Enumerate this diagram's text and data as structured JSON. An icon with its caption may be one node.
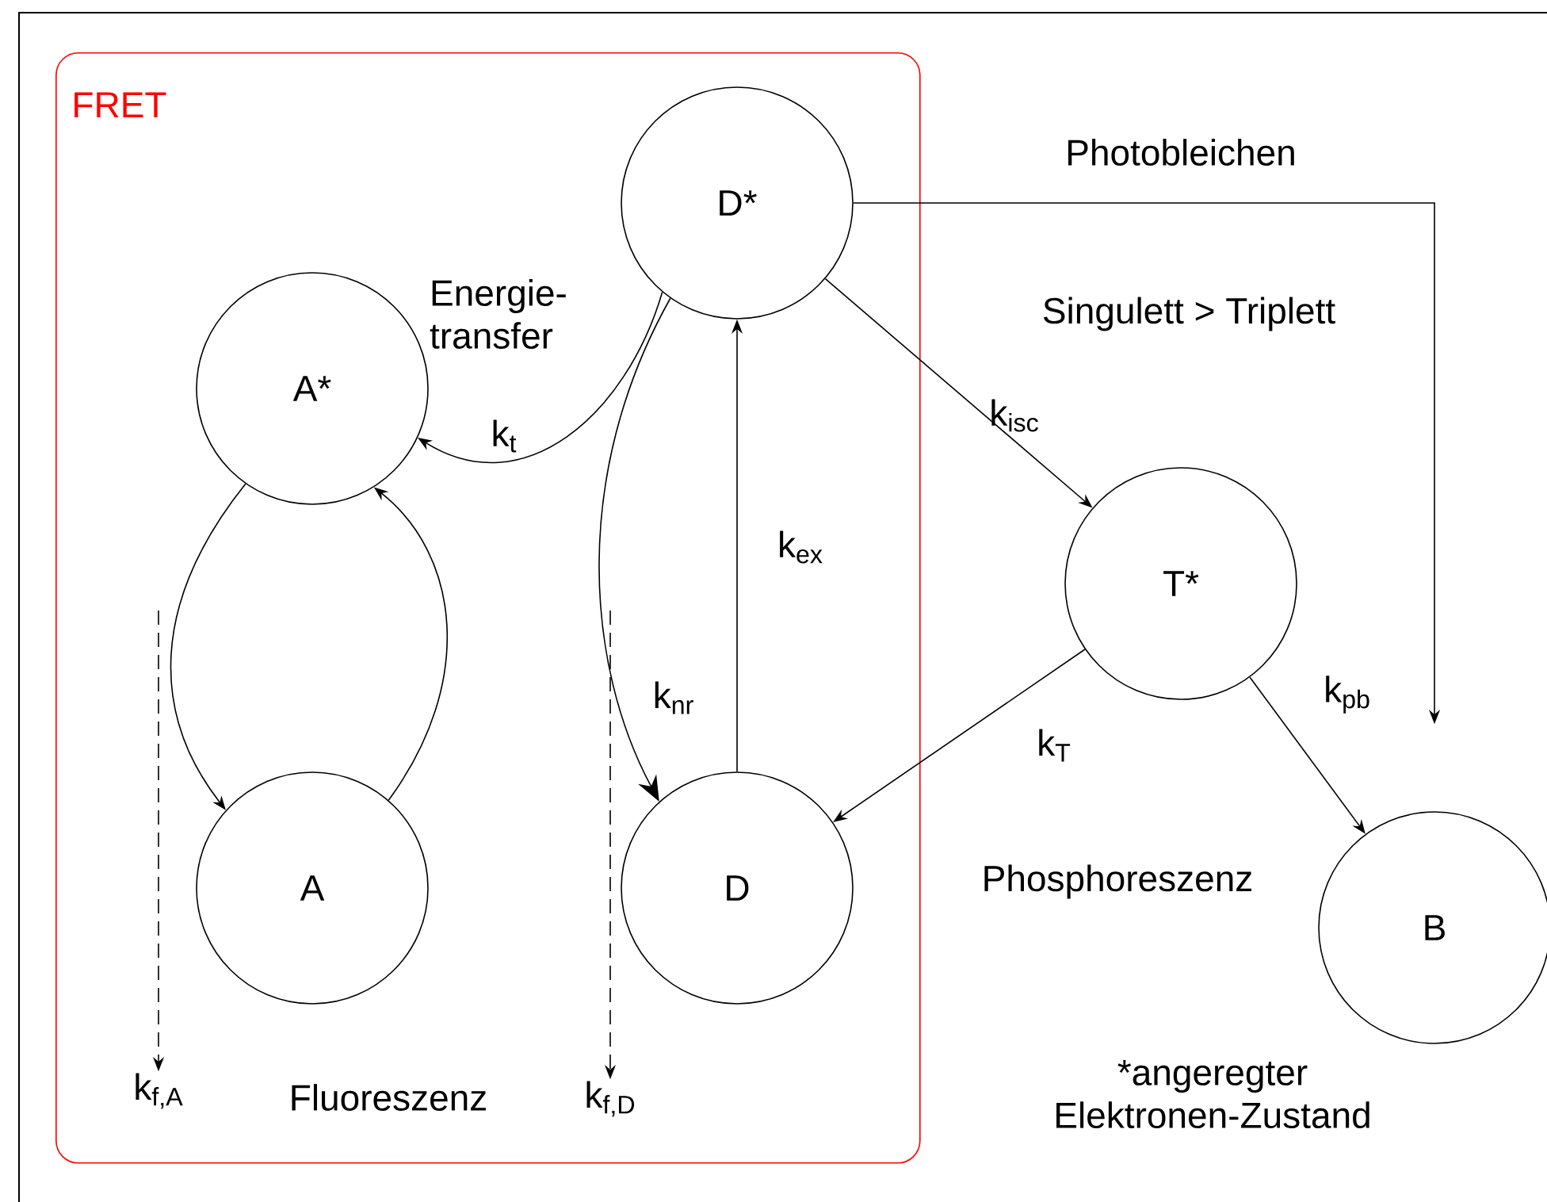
{
  "diagram": {
    "nodes": [
      {
        "text": [
          "FRET"
        ]
      },
      {
        "text": [
          "D*"
        ],
        "in": 0
      },
      {
        "text": [
          "A*"
        ],
        "in": 0
      },
      {
        "text": [
          "A"
        ],
        "in": 0
      },
      {
        "text": [
          "D"
        ],
        "in": 0
      },
      {
        "text": [
          "T*"
        ]
      },
      {
        "text": [
          "B"
        ]
      },
      {
        "text": [
          "k$_{f,A}$"
        ],
        "in": 0
      },
      {
        "text": [
          "k$_{f,D}$"
        ],
        "in": 0
      }
    ],
    "edges": [
      {
        "from": 2,
        "to": 3,
        "arrow": "to"
      },
      {
        "from": 3,
        "to": 2,
        "arrow": "to"
      },
      {
        "from": 1,
        "to": 2,
        "arrow": "to",
        "label": "k$_{t}$"
      },
      {
        "from": 1,
        "to": 4,
        "arrow": "to",
        "label": "k$_{nr}$"
      },
      {
        "from": 4,
        "to": 1,
        "arrow": "to",
        "label": "k$_{ex}$"
      },
      {
        "from": 1,
        "to": 5,
        "arrow": "to",
        "label": "k$_{isc}$"
      },
      {
        "from": 5,
        "to": 4,
        "arrow": "to",
        "label": "k$_{T}$"
      },
      {
        "from": 5,
        "to": 6,
        "arrow": "to",
        "label": "k$_{pb}$"
      },
      {
        "from": 1,
        "to": 6,
        "arrow": "to",
        "label": "Photobleichen"
      },
      {
        "from": null,
        "to": 7,
        "arrow": "to",
        "style": "dashed"
      },
      {
        "from": null,
        "to": 8,
        "arrow": "to",
        "style": "dashed"
      }
    ],
    "labels": [
      "Energie- transfer",
      "Singulett > Triplett",
      "Phosphoreszenz",
      "Fluoreszenz",
      "*angeregter Elektronen-Zustand"
    ]
  }
}
